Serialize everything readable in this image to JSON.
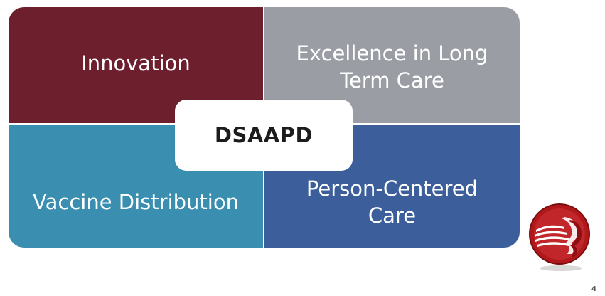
{
  "diagram": {
    "center": {
      "label": "DSAAPD"
    },
    "quadrants": [
      {
        "id": "top-left",
        "lines": [
          "Innovation"
        ],
        "color": "#6e1f2e"
      },
      {
        "id": "top-right",
        "lines": [
          "Excellence in Long",
          "Term Care"
        ],
        "color": "#9a9ea4"
      },
      {
        "id": "bottom-left",
        "lines": [
          "Vaccine Distribution"
        ],
        "color": "#3a8fb0"
      },
      {
        "id": "bottom-right",
        "lines": [
          "Person-Centered",
          "Care"
        ],
        "color": "#3c5f9c"
      }
    ]
  },
  "logo": {
    "icon": "agency-logo-icon",
    "color": "#b0181c"
  },
  "slide": {
    "page_number": "4"
  }
}
